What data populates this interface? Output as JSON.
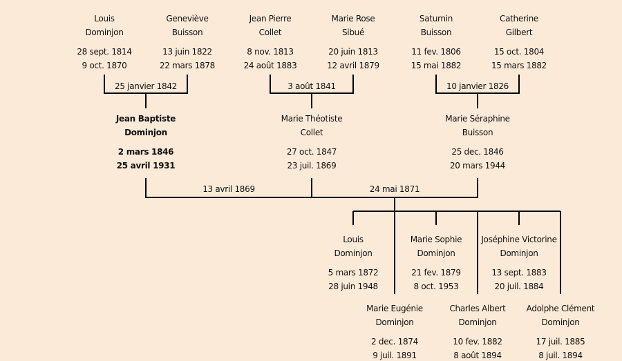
{
  "grandparents": [
    {
      "first": "Louis",
      "last": "Dominjon",
      "birth": "28 sept. 1814",
      "death": "9 oct. 1870"
    },
    {
      "first": "Geneviève",
      "last": "Buisson",
      "birth": "13 juin 1822",
      "death": "22 mars 1878"
    },
    {
      "first": "Jean Pierre",
      "last": "Collet",
      "birth": "8 nov. 1813",
      "death": "24 août 1883"
    },
    {
      "first": "Marie Rose",
      "last": "Sibué",
      "birth": "20 juin 1813",
      "death": "12 avril 1879"
    },
    {
      "first": "Saturnin",
      "last": "Buisson",
      "birth": "11 fev. 1806",
      "death": "15 mai 1882"
    },
    {
      "first": "Catherine",
      "last": "Gilbert",
      "birth": "15 oct. 1804",
      "death": "15 mars 1882"
    }
  ],
  "grandparent_marriages": [
    "25 janvier 1842",
    "3 août 1841",
    "10 janvier 1826"
  ],
  "parents": [
    {
      "first": "Jean Baptiste",
      "last": "Dominjon",
      "birth": "2 mars 1846",
      "death": "25 avril 1931"
    },
    {
      "first": "Marie Théotiste",
      "last": "Collet",
      "birth": "27 oct. 1847",
      "death": "23 juil. 1869"
    },
    {
      "first": "Marie Séraphine",
      "last": "Buisson",
      "birth": "25 dec. 1846",
      "death": "20 mars 1944"
    }
  ],
  "parent_marriages": [
    "13 avril 1869",
    "24 mai 1871"
  ],
  "children": [
    {
      "first": "Louis",
      "last": "Dominjon",
      "birth": "5 mars 1872",
      "death": "28 juin 1948"
    },
    {
      "first": "Marie Eugénie",
      "last": "Dominjon",
      "birth": "2 dec. 1874",
      "death": "9 juil. 1891"
    },
    {
      "first": "Marie Sophie",
      "last": "Dominjon",
      "birth": "21 fev. 1879",
      "death": "8 oct. 1953"
    },
    {
      "first": "Charles Albert",
      "last": "Dominjon",
      "birth": "10 fev. 1882",
      "death": "8 août 1894"
    },
    {
      "first": "Joséphine Victorine",
      "last": "Dominjon",
      "birth": "13 sept. 1883",
      "death": "20 juil. 1884"
    },
    {
      "first": "Adolphe Clément",
      "last": "Dominjon",
      "birth": "17 juil. 1885",
      "death": "8 juil. 1894"
    }
  ]
}
